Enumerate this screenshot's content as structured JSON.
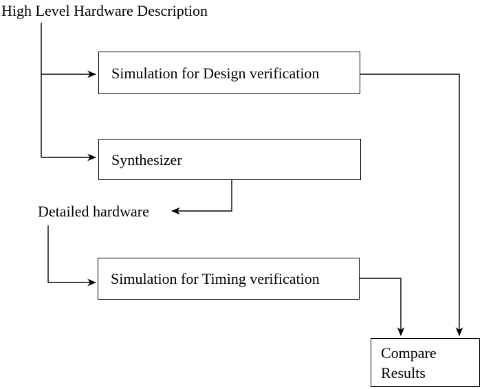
{
  "diagram": {
    "title": "High Level Hardware Description",
    "nodes": [
      {
        "id": "design-sim",
        "label": "Simulation for Design verification"
      },
      {
        "id": "synthesizer",
        "label": "Synthesizer"
      },
      {
        "id": "timing-sim",
        "label": "Simulation for Timing verification"
      },
      {
        "id": "compare-results",
        "label": "Compare Results"
      }
    ],
    "free_labels": [
      {
        "id": "detailed-hardware",
        "label": "Detailed hardware"
      }
    ],
    "edges": [
      {
        "from": "high-level-hardware-description",
        "to": "simulation-for-design-verification"
      },
      {
        "from": "high-level-hardware-description",
        "to": "synthesizer"
      },
      {
        "from": "synthesizer",
        "to": "detailed-hardware"
      },
      {
        "from": "detailed-hardware",
        "to": "simulation-for-timing-verification"
      },
      {
        "from": "simulation-for-design-verification",
        "to": "compare-results"
      },
      {
        "from": "simulation-for-timing-verification",
        "to": "compare-results"
      }
    ],
    "colors": {
      "line": "#000000",
      "text": "#000000",
      "background": "#ffffff"
    }
  }
}
